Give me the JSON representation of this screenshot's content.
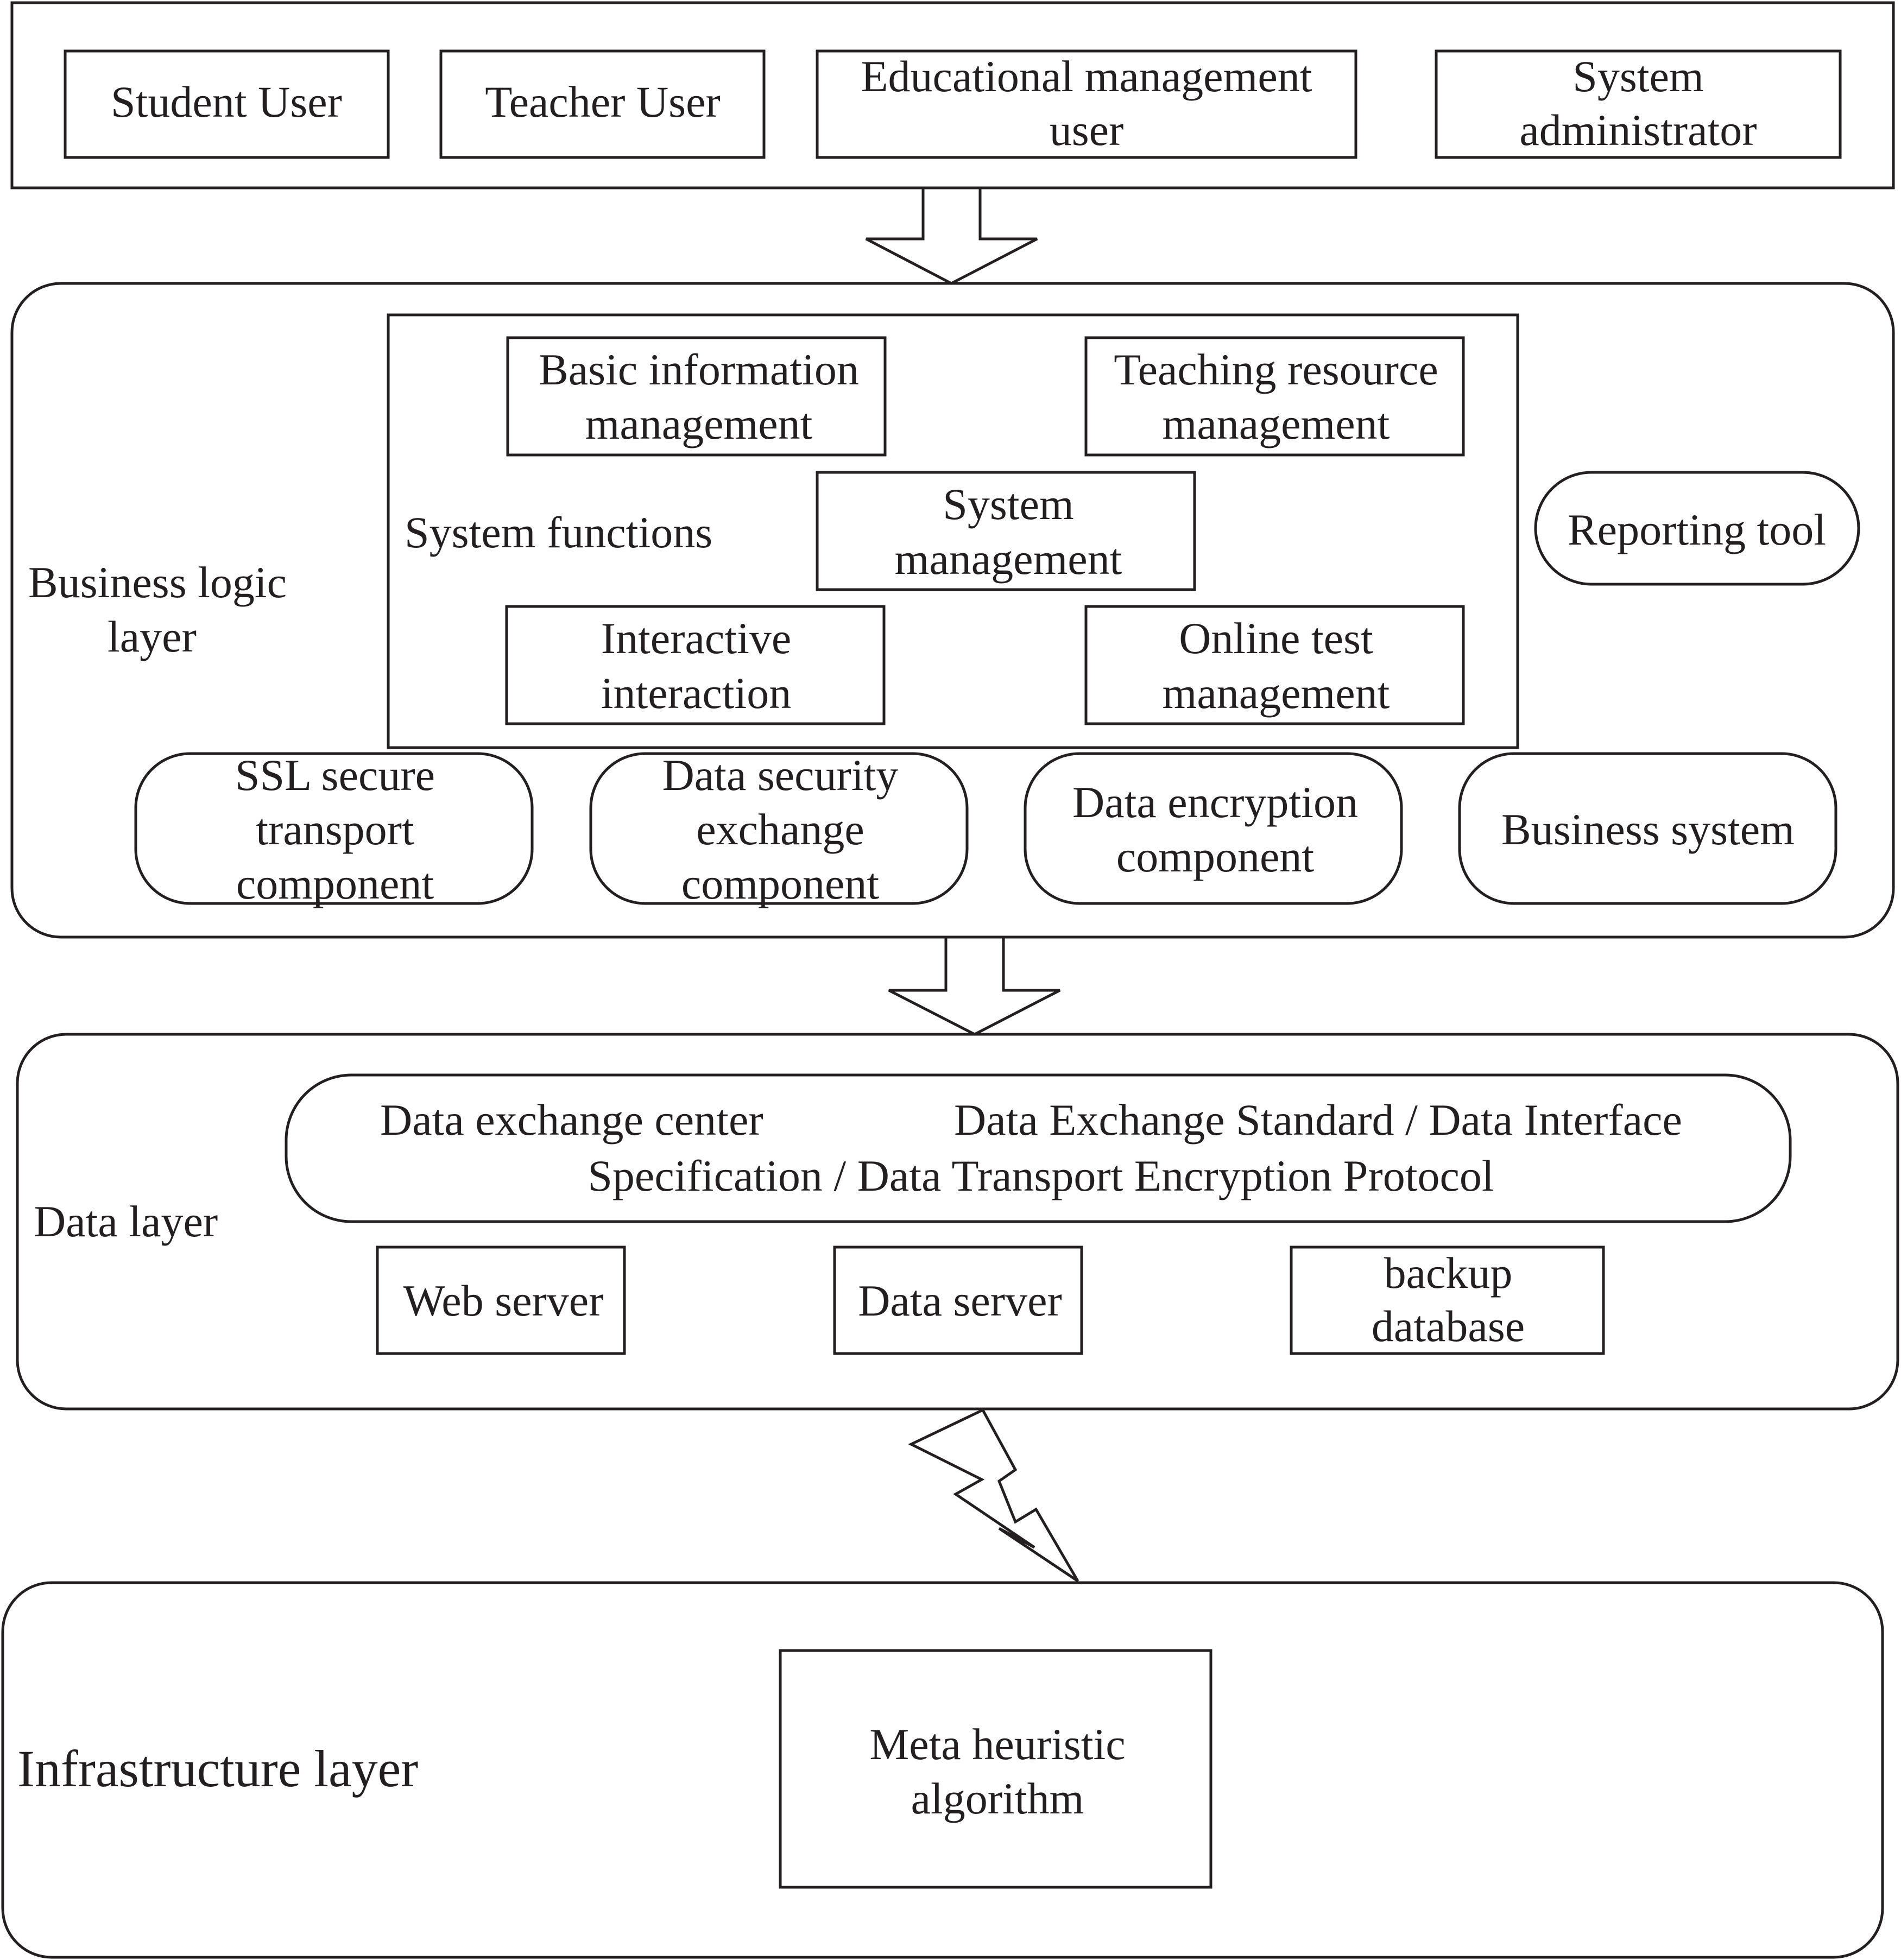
{
  "user_layer": {
    "items": [
      {
        "label": "Student User"
      },
      {
        "label": "Teacher User"
      },
      {
        "lines": [
          "Educational management",
          "user"
        ]
      },
      {
        "lines": [
          "System",
          "administrator"
        ]
      }
    ]
  },
  "business_logic_layer": {
    "label_lines": [
      "Business logic",
      "layer"
    ],
    "system_functions": {
      "label": "System functions",
      "modules": [
        {
          "lines": [
            "Basic information",
            "management"
          ]
        },
        {
          "lines": [
            "Teaching resource",
            "management"
          ]
        },
        {
          "lines": [
            "System",
            "management"
          ]
        },
        {
          "lines": [
            "Interactive",
            "interaction"
          ]
        },
        {
          "lines": [
            "Online test",
            "management"
          ]
        }
      ]
    },
    "reporting_tool": "Reporting tool",
    "components": [
      {
        "lines": [
          "SSL secure",
          "transport",
          "component"
        ]
      },
      {
        "lines": [
          "Data security",
          "exchange",
          "component"
        ]
      },
      {
        "lines": [
          "Data encryption",
          "component"
        ]
      },
      {
        "lines": [
          "Business system"
        ]
      }
    ]
  },
  "data_layer": {
    "label": "Data layer",
    "exchange_center": {
      "line1_left": "Data exchange center",
      "line1_right": "Data Exchange Standard / Data Interface",
      "line2": "Specification / Data Transport Encryption Protocol"
    },
    "servers": [
      {
        "lines": [
          "Web server"
        ]
      },
      {
        "lines": [
          "Data server"
        ]
      },
      {
        "lines": [
          "backup",
          "database"
        ]
      }
    ]
  },
  "infrastructure_layer": {
    "label": "Infrastructure layer",
    "algorithm_lines": [
      "Meta heuristic",
      "algorithm"
    ]
  }
}
